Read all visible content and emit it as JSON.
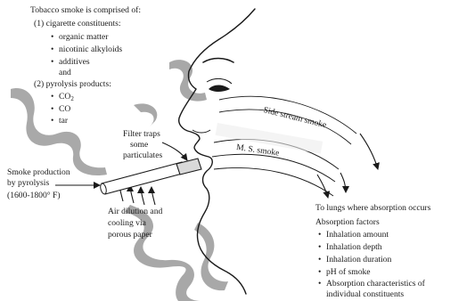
{
  "composition": {
    "title": "Tobacco smoke is comprised of:",
    "group1_label": "(1) cigarette constituents:",
    "group1_items": [
      "organic matter",
      "nicotinic alkyloids",
      "additives"
    ],
    "and_word": "and",
    "group2_label": "(2) pyrolysis products:",
    "group2_items": [
      {
        "base": "CO",
        "sub": "2"
      },
      {
        "base": "CO",
        "sub": ""
      },
      {
        "base": "tar",
        "sub": ""
      }
    ]
  },
  "labels": {
    "filter_line1": "Filter traps",
    "filter_line2": "some",
    "filter_line3": "particulates",
    "smoke_prod_line1": "Smoke production",
    "smoke_prod_line2": "by pyrolysis",
    "smoke_prod_line3": "(1600-1800° F)",
    "air_line1": "Air dilution and",
    "air_line2": "cooling via",
    "air_line3": "porous paper",
    "side_stream": "Side stream smoke",
    "ms_smoke": "M. S. smoke",
    "lungs": "To lungs where absorption occurs"
  },
  "absorption": {
    "title": "Absorption factors",
    "items": [
      "Inhalation amount",
      "Inhalation depth",
      "Inhalation duration",
      "pH of smoke",
      "Absorption characteristics of"
    ],
    "last_item_cont": "individual constituents"
  },
  "colors": {
    "smoke": "#9a9a9a",
    "stroke": "#1a1a1a",
    "filter": "#d9d9d9"
  }
}
